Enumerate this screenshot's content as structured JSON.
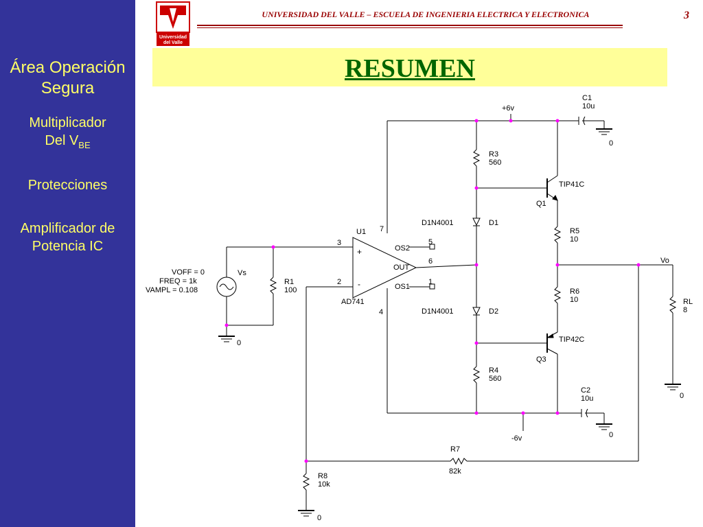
{
  "header": {
    "university": "UNIVERSIDAD DEL VALLE – ESCUELA DE INGENIERIA ELECTRICA Y ELECTRONICA",
    "slide_number": "3",
    "logo_text_1": "Universidad",
    "logo_text_2": "del Valle"
  },
  "title": "RESUMEN",
  "sidebar": {
    "title_line1": "Área Operación",
    "title_line2": "Segura",
    "items": [
      {
        "line1": "Multiplicador",
        "line2": "Del V",
        "sub": "BE"
      },
      {
        "line1": "Protecciones"
      },
      {
        "line1": "Amplificador de",
        "line2": "Potencia IC"
      }
    ]
  },
  "schematic": {
    "vplus": "+6v",
    "vminus": "-6v",
    "gnd": "0",
    "c1_name": "C1",
    "c1_val": "10u",
    "c2_name": "C2",
    "c2_val": "10u",
    "r3_name": "R3",
    "r3_val": "560",
    "r4_name": "R4",
    "r4_val": "560",
    "r5_name": "R5",
    "r5_val": "10",
    "r6_name": "R6",
    "r6_val": "10",
    "r1_name": "R1",
    "r1_val": "100",
    "r7_name": "R7",
    "r7_val": "82k",
    "r8_name": "R8",
    "r8_val": "10k",
    "rl_name": "RL",
    "rl_val": "8",
    "q1_name": "Q1",
    "q1_model": "TIP41C",
    "q3_name": "Q3",
    "q3_model": "TIP42C",
    "d1_name": "D1",
    "d1_model": "D1N4001",
    "d2_name": "D2",
    "d2_model": "D1N4001",
    "u1_name": "U1",
    "u1_model": "AD741",
    "u1_out": "OUT",
    "u1_os1": "OS1",
    "u1_os2": "OS2",
    "pin3": "3",
    "pin2": "2",
    "pin7": "7",
    "pin4": "4",
    "pin6": "6",
    "pin5": "5",
    "pin1": "1",
    "vs_name": "Vs",
    "vs_voff": "VOFF = 0",
    "vs_freq": "FREQ = 1k",
    "vs_vampl": "VAMPL = 0.108",
    "vo_label": "Vo"
  }
}
